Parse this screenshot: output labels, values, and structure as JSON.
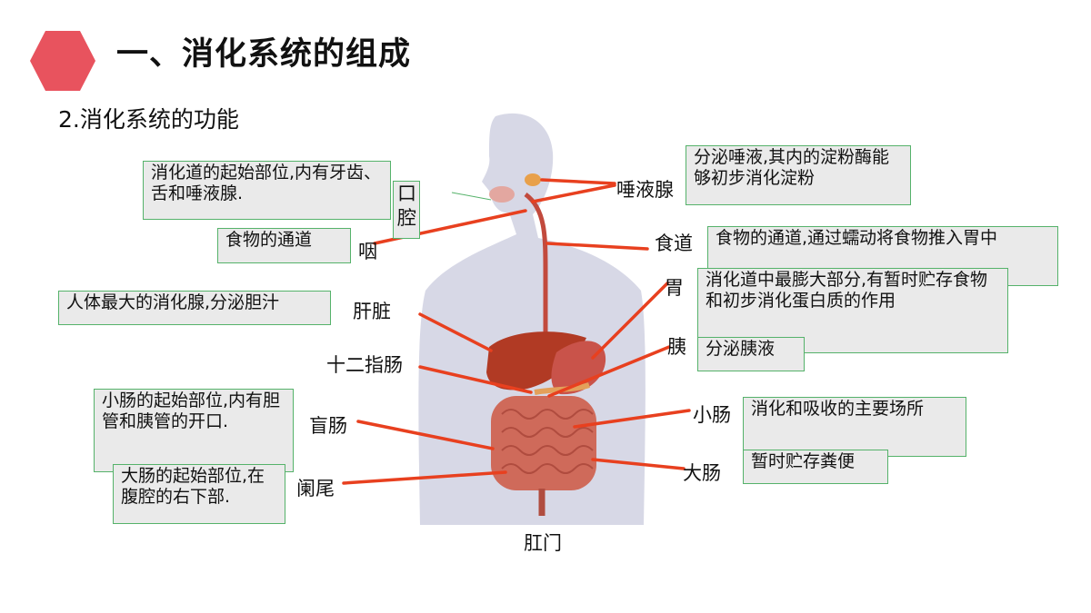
{
  "header": {
    "title": "一、消化系统的组成",
    "subtitle": "2.消化系统的功能",
    "accent_color": "#e8535e"
  },
  "diagram": {
    "organs": {
      "mouth": "口腔",
      "salivary_gland": "唾液腺",
      "pharynx": "咽",
      "esophagus": "食道",
      "stomach": "胃",
      "liver": "肝脏",
      "pancreas": "胰",
      "duodenum": "十二指肠",
      "small_intestine": "小肠",
      "cecum": "盲肠",
      "large_intestine": "大肠",
      "appendix": "阑尾",
      "anus": "肛门"
    },
    "functions": {
      "mouth": "消化道的起始部位,内有牙齿、舌和唾液腺.",
      "pharynx": "食物的通道",
      "liver": "人体最大的消化腺,分泌胆汁",
      "duodenum": "小肠的起始部位,内有胆管和胰管的开口.",
      "cecum": "大肠的起始部位,在腹腔的右下部.",
      "salivary_gland": "分泌唾液,其内的淀粉酶能够初步消化淀粉",
      "esophagus": "食物的通道,通过蠕动将食物推入胃中",
      "stomach": "消化道中最膨大部分,有暂时贮存食物和初步消化蛋白质的作用",
      "pancreas": "分泌胰液",
      "small_intestine": "消化和吸收的主要场所",
      "large_intestine": "暂时贮存粪便"
    },
    "colors": {
      "leader_line": "#e8401f",
      "box_border": "#55b26a",
      "box_fill": "#eaeaea",
      "body": "#d7d8e6",
      "liver": "#b13a24",
      "intestine": "#cf6a5a"
    }
  }
}
